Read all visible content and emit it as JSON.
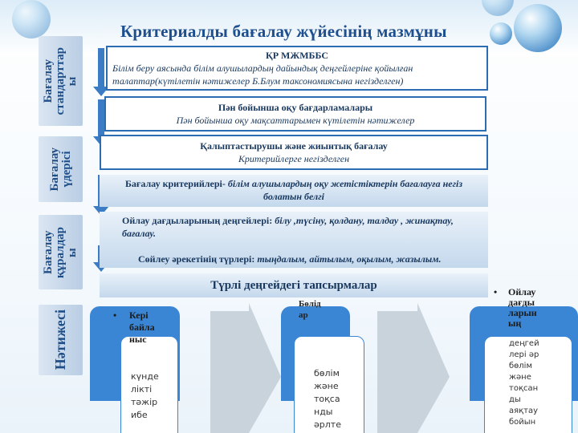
{
  "title": "Критериалды бағалау жүйесінің мазмұны",
  "side_labels": {
    "standards": "Бағалау\nстандарттар\nы",
    "process": "Бағалау\nүдерісі",
    "tools": "Бағалау\nқұралдар\nы",
    "result": "Нәтижесі"
  },
  "boxes": {
    "mzhmbbs": {
      "heading": "ҚР МЖМББС",
      "text": "Білім беру аясында білім алушылардың дайындық деңгейлеріне қойылған талаптар(күтілетін нәтижелер Б.Блум таксономиясына негізделген)"
    },
    "programs": {
      "heading": "Пән бойынша оқу бағдарламалары",
      "text": "Пән бойынша оқу мақсаттарымен күтілетін нәтижелер"
    },
    "formative": {
      "heading": "Қалыптастырушы және жиынтық бағалау",
      "text": "Критерийлерге негізделген"
    },
    "criteria": {
      "lead": "Бағалау критерийлері-",
      "text": " білім алушылардың оқу жетістіктерін бағалауға негіз болатын белгі"
    },
    "thinking": {
      "lead": "Ойлау дағдыларының деңгейлері:",
      "text": " білу ,түсіну, қолдану, талдау , жинақтау, бағалау."
    },
    "speech": {
      "lead": "Сөйлеу әрекетінің түрлері:",
      "text": " тыңдалым, айтылым, оқылым, жазылым."
    },
    "tasks": "Түрлі деңгейдегі тапсырмалар"
  },
  "results": {
    "col1": {
      "bullet": "Кері байла ныс",
      "body": "күнде лікті тәжір ибе"
    },
    "col2": {
      "head": "Бөлід ар",
      "body": "бөлім және тоқса нды әрлте"
    },
    "col3": {
      "bullet": "Ойлау дағды ларын ың",
      "body": "деңгей лері әр бөлім және тоқсан ды аяқтау бойын"
    }
  },
  "colors": {
    "title": "#1e4f8f",
    "box_border": "#2b6cb3",
    "result_blue": "#3a86d4",
    "arrow_gray": "#c9d3dc"
  }
}
